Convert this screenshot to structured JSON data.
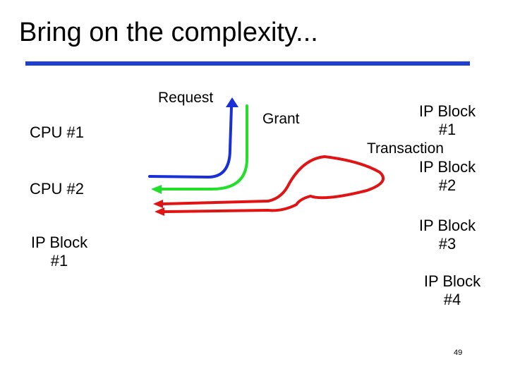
{
  "slide": {
    "title": "Bring on the complexity...",
    "page_number": "49"
  },
  "left_column": {
    "cpu1": "CPU #1",
    "cpu2": "CPU #2",
    "ip_block_left": {
      "line1": "IP Block",
      "line2": "#1"
    }
  },
  "arrow_labels": {
    "request": "Request",
    "grant": "Grant",
    "transaction": "Transaction"
  },
  "right_column": {
    "ip_block_1": {
      "line1": "IP Block",
      "line2": "#1"
    },
    "ip_block_2": {
      "line1": "IP Block",
      "line2": "#2"
    },
    "ip_block_3": {
      "line1": "IP Block",
      "line2": "#3"
    },
    "ip_block_4": {
      "line1": "IP Block",
      "line2": "#4"
    }
  },
  "colors": {
    "title_rule": "#1f3fd1",
    "request_arrow": "#1a2fd6",
    "grant_arrow": "#22e02a",
    "transaction_arrow": "#e01414"
  }
}
